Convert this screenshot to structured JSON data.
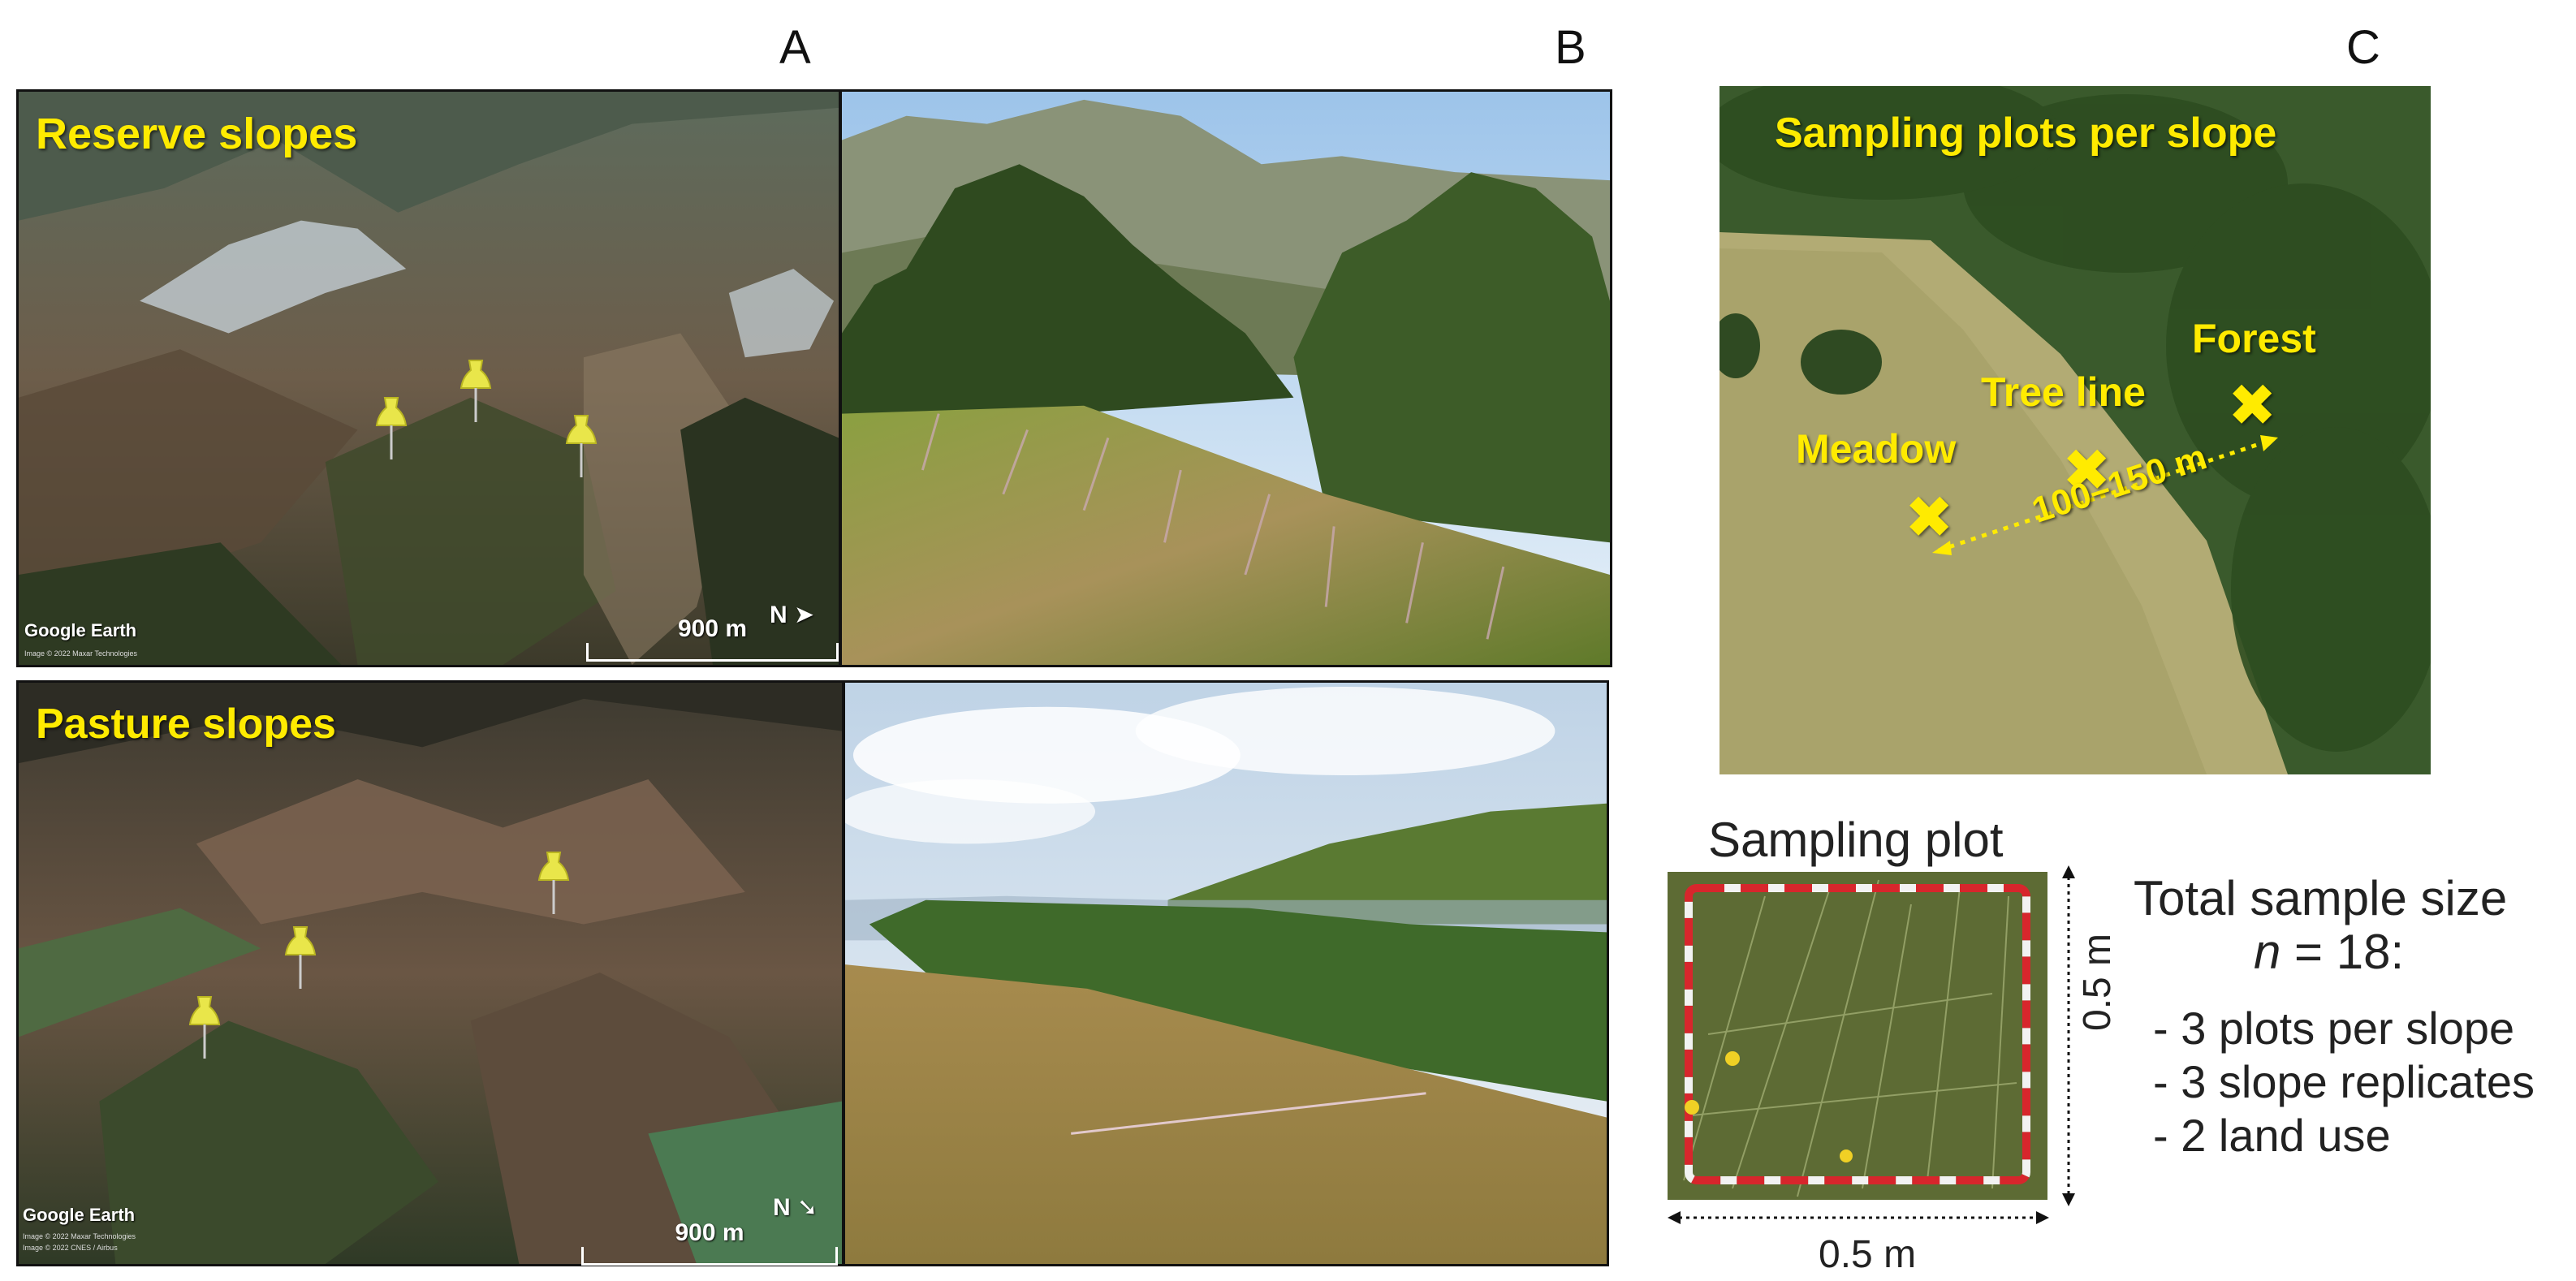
{
  "panels": {
    "a_letter": "A",
    "b_letter": "B",
    "c_letter": "C"
  },
  "reserve": {
    "title": "Reserve slopes",
    "logo": "Google Earth",
    "credit": "Image © 2022 Maxar Technologies",
    "scale": "900 m",
    "north": "N"
  },
  "pasture": {
    "title": "Pasture slopes",
    "logo": "Google Earth",
    "credit": "Image © 2022 Maxar Technologies",
    "credit2": "Image © 2022 CNES / Airbus",
    "scale": "900 m",
    "north": "N"
  },
  "sampling": {
    "title": "Sampling plots per slope",
    "forest": "Forest",
    "treeline": "Tree line",
    "meadow": "Meadow",
    "distance": "100–150 m"
  },
  "plot": {
    "title": "Sampling plot",
    "side_v": "0.5 m",
    "side_h": "0.5 m"
  },
  "total": {
    "line1": "Total sample size",
    "n_var": "n",
    "n_rest": " = 18:",
    "item1": "- 3 plots per slope",
    "item2": "- 3 slope replicates",
    "item3": "- 2 land use"
  },
  "colors": {
    "label_yellow": "#ffeb00",
    "frame": "#111111"
  }
}
